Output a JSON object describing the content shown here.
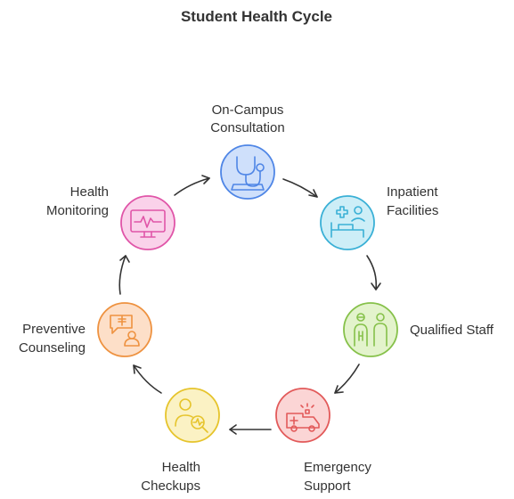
{
  "title": "Student Health Cycle",
  "nodes": [
    {
      "id": "consultation",
      "lines": [
        "On-Campus",
        "Consultation"
      ],
      "icon": "stethoscope-icon",
      "fill": "#cfe0fb",
      "stroke": "#4f86e6"
    },
    {
      "id": "inpatient",
      "lines": [
        "Inpatient",
        "Facilities"
      ],
      "icon": "hospital-bed-icon",
      "fill": "#cdeef7",
      "stroke": "#3ab0d6"
    },
    {
      "id": "staff",
      "lines": [
        "Qualified Staff"
      ],
      "icon": "medical-staff-icon",
      "fill": "#e3f3cc",
      "stroke": "#86c14a"
    },
    {
      "id": "emergency",
      "lines": [
        "Emergency",
        "Support"
      ],
      "icon": "ambulance-icon",
      "fill": "#fbd5d5",
      "stroke": "#e25a5a"
    },
    {
      "id": "checkups",
      "lines": [
        "Health",
        "Checkups"
      ],
      "icon": "health-check-icon",
      "fill": "#fbf2c4",
      "stroke": "#e6c42c"
    },
    {
      "id": "counseling",
      "lines": [
        "Preventive",
        "Counseling"
      ],
      "icon": "counseling-icon",
      "fill": "#fddfc8",
      "stroke": "#ee9240"
    },
    {
      "id": "monitoring",
      "lines": [
        "Health",
        "Monitoring"
      ],
      "icon": "heart-monitor-icon",
      "fill": "#fad2ea",
      "stroke": "#e055a8"
    }
  ]
}
